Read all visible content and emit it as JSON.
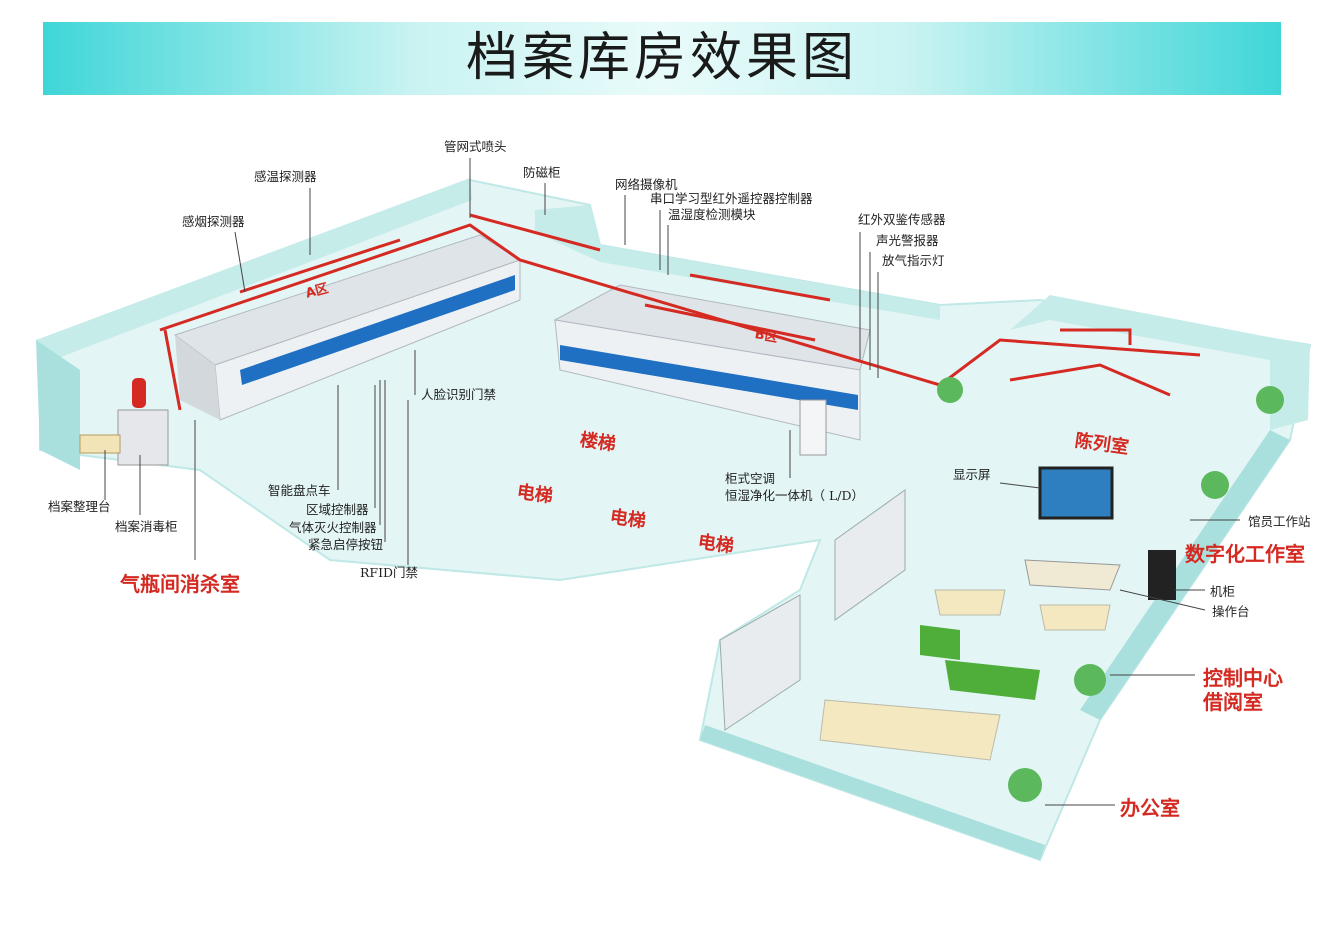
{
  "title": "档案库房效果图",
  "labels": {
    "pipe_sprinkler": "管网式喷头",
    "temp_detector": "感温探测器",
    "anti_magnetic_cabinet": "防磁柜",
    "network_camera": "网络摄像机",
    "ir_remote_controller": "串口学习型红外遥控器控制器",
    "temp_humidity_module": "温湿度检测模块",
    "smoke_detector": "感烟探测器",
    "ir_dual_sensor": "红外双鉴传感器",
    "audible_alarm": "声光警报器",
    "gas_release_light": "放气指示灯",
    "zone_a": "A区",
    "zone_b": "B区",
    "face_gate": "人脸识别门禁",
    "archive_table": "档案整理台",
    "disinfection_cabinet": "档案消毒柜",
    "inventory_cart": "智能盘点车",
    "zone_controller": "区域控制器",
    "gas_fire_controller": "气体灭火控制器",
    "emergency_button": "紧急启停按钮",
    "rfid_gate": "RFID门禁",
    "cabinet_ac": "柜式空调",
    "purifier": "恒湿净化一体机（ L/D）",
    "display_screen": "显示屏",
    "librarian_station": "馆员工作站",
    "rack": "机柜",
    "operation_desk": "操作台"
  },
  "rooms": {
    "gas_room": "气瓶间消杀室",
    "stairs": "楼梯",
    "elevator_1": "电梯",
    "elevator_2": "电梯",
    "elevator_3": "电梯",
    "exhibition": "陈列室",
    "digital_room": "数字化工作室",
    "control_center": "控制中心",
    "reading_room": "借阅室",
    "office": "办公室"
  },
  "colors": {
    "floor": "#e3f5f5",
    "wall": "#bfe8e6",
    "wall_dark": "#8fd0cc",
    "accent_red": "#d42a22",
    "cabinet": "#e9ecef",
    "cabinet_blue": "#1f6fc2",
    "banner_edge": "#3fd6d8"
  }
}
